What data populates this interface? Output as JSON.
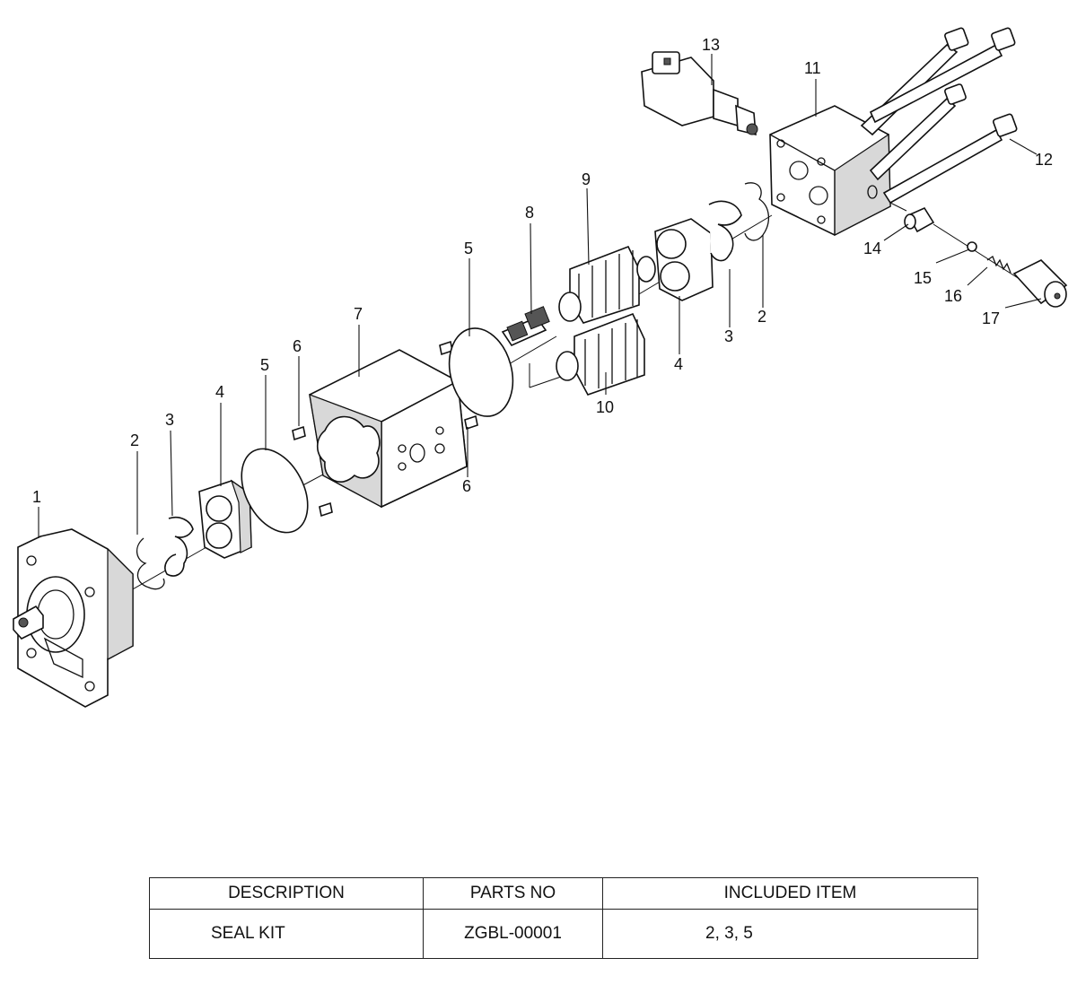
{
  "callouts": [
    "1",
    "2",
    "3",
    "4",
    "5",
    "6",
    "7",
    "8",
    "9",
    "10",
    "11",
    "12",
    "13",
    "14",
    "15",
    "16",
    "17",
    "2",
    "3",
    "4",
    "5",
    "6"
  ],
  "table": {
    "headers": [
      "DESCRIPTION",
      "PARTS NO",
      "INCLUDED ITEM"
    ],
    "rows": [
      {
        "description": "SEAL KIT",
        "parts_no": "ZGBL-00001",
        "included_item": "2, 3, 5"
      }
    ]
  }
}
